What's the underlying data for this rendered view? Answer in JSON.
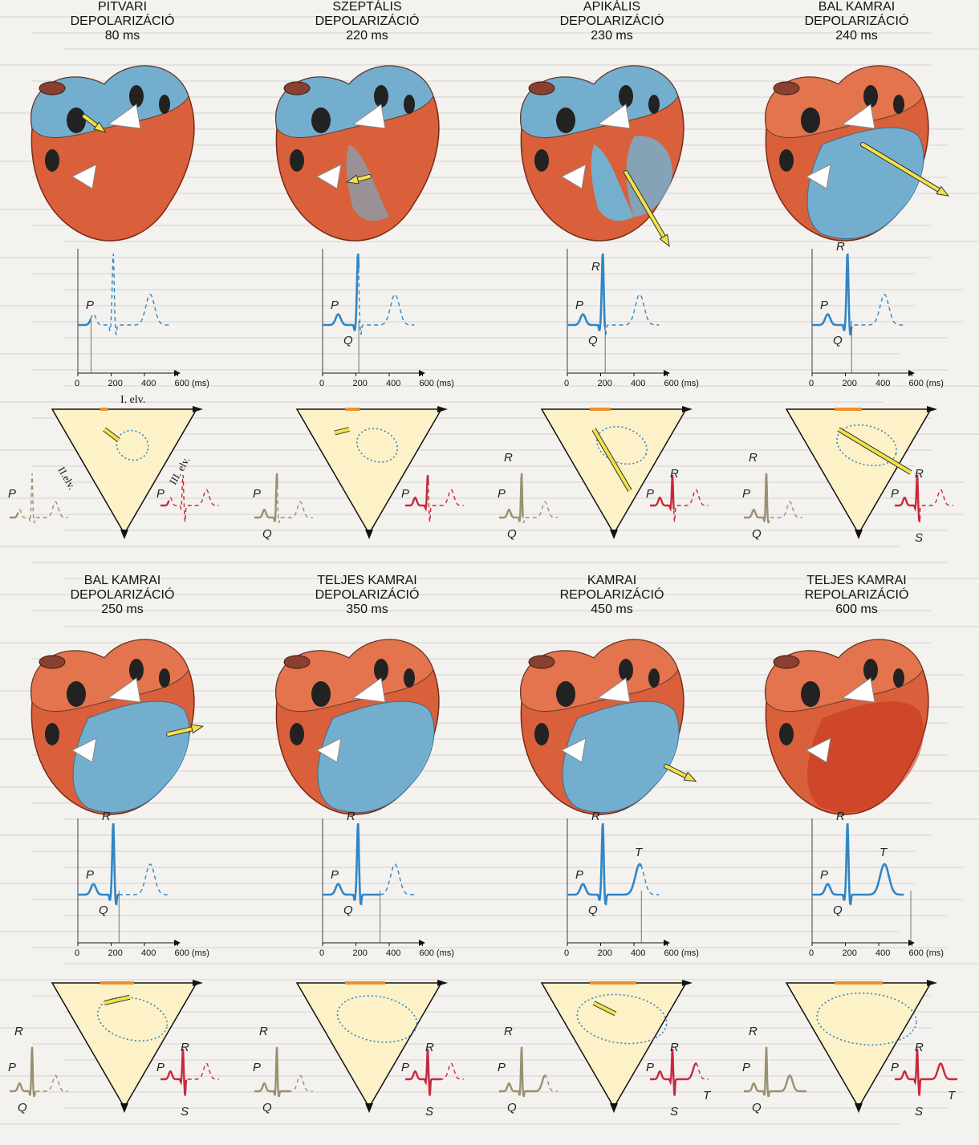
{
  "panels": [
    {
      "title1": "PITVARI",
      "title2": "DEPOLARIZÁCIÓ",
      "time": "80 ms"
    },
    {
      "title1": "SZEPTÁLIS",
      "title2": "DEPOLARIZÁCIÓ",
      "time": "220 ms"
    },
    {
      "title1": "APIKÁLIS",
      "title2": "DEPOLARIZÁCIÓ",
      "time": "230 ms"
    },
    {
      "title1": "BAL KAMRAI",
      "title2": "DEPOLARIZÁCIÓ",
      "time": "240 ms"
    },
    {
      "title1": "BAL KAMRAI",
      "title2": "DEPOLARIZÁCIÓ",
      "time": "250 ms"
    },
    {
      "title1": "TELJES KAMRAI",
      "title2": "DEPOLARIZÁCIÓ",
      "time": "350 ms"
    },
    {
      "title1": "KAMRAI",
      "title2": "REPOLARIZÁCIÓ",
      "time": "450 ms"
    },
    {
      "title1": "TELJES KAMRAI",
      "title2": "REPOLARIZÁCIÓ",
      "time": "600 ms"
    }
  ],
  "axis_ticks": [
    "0",
    "200",
    "400",
    "600 (ms)"
  ],
  "wave_labels": {
    "P": "P",
    "Q": "Q",
    "R": "R",
    "S": "S",
    "T": "T"
  },
  "lead_labels": {
    "lead1": "I. elv.",
    "lead2": "II.elv.",
    "lead3": "III. elv."
  },
  "colors": {
    "heart_red": "#d9603a",
    "heart_blue": "#6fb3d6",
    "ecg_blue": "#2e86c8",
    "vector_yellow": "#f2e14a",
    "lead_tan": "#9a9070",
    "lead_red": "#c8283c",
    "triangle_fill": "#fdf1c8",
    "edge_orange": "#f0902a"
  },
  "icons": [
    "heart-illustration",
    "vector-arrow-icon",
    "einthoven-triangle"
  ]
}
